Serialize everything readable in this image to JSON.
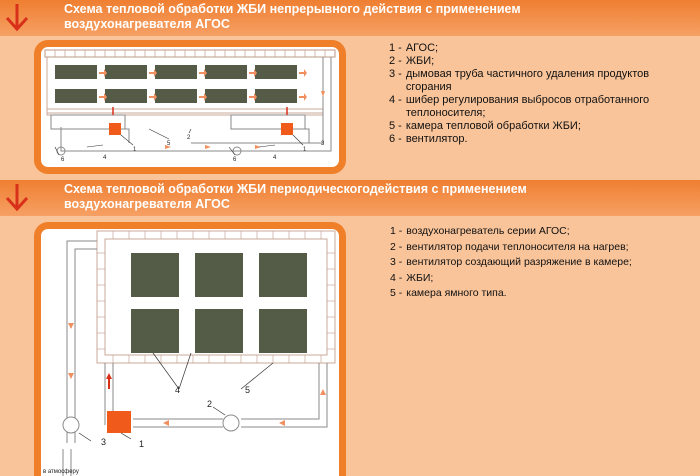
{
  "section1": {
    "title_line1": "Схема тепловой обработки ЖБИ непрерывного действия с применением",
    "title_line2": "воздухонагревателя АГОС",
    "legend": [
      {
        "num": "1 -",
        "text": "АГОС;"
      },
      {
        "num": "2 -",
        "text": "ЖБИ;"
      },
      {
        "num": "3 -",
        "text": "дымовая труба частичного удаления продуктов сгорания"
      },
      {
        "num": "4 -",
        "text": "шибер регулирования  выбросов отработанного теплоносителя;"
      },
      {
        "num": "5 -",
        "text": "камера тепловой обработки ЖБИ;"
      },
      {
        "num": "6 -",
        "text": "вентилятор."
      }
    ],
    "labels": [
      "1",
      "1",
      "2",
      "3",
      "4",
      "4",
      "5",
      "6",
      "6"
    ]
  },
  "section2": {
    "title_line1": "Схема тепловой обработки ЖБИ периодическогодействия с применением",
    "title_line2": "воздухонагревателя АГОС",
    "legend": [
      {
        "num": "1 -",
        "text": "воздухонагреватель серии АГОС;"
      },
      {
        "num": "2 -",
        "text": "вентилятор подачи теплоносителя на нагрев;"
      },
      {
        "num": "3 -",
        "text": "вентилятор создающий разряжение в камере;"
      },
      {
        "num": "4 -",
        "text": "ЖБИ;"
      },
      {
        "num": "5 -",
        "text": "камера ямного типа."
      }
    ],
    "labels": [
      "1",
      "2",
      "3",
      "4",
      "5"
    ],
    "atmosphere": "в атмосферу"
  },
  "colors": {
    "accent": "#f07f2a",
    "band": "#ef7f31",
    "background": "#f9c49a",
    "block": "#545c48",
    "heater": "#f05a1a",
    "arrow": "#d9301a"
  }
}
